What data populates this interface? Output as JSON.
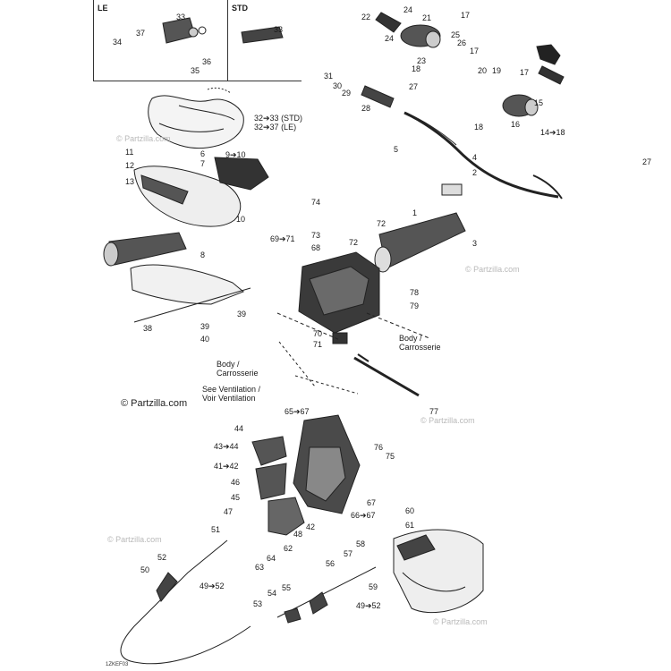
{
  "inset": {
    "le_label": "LE",
    "std_label": "STD"
  },
  "notes": {
    "std_le_line1": "32➔33 (STD)",
    "std_le_line2": "32➔37 (LE)",
    "body_left_1": "Body /",
    "body_left_2": "Carrosserie",
    "body_right_1": "Body /",
    "body_right_2": "Carrosserie",
    "vent_1": "See Ventilation /",
    "vent_2": "Voir Ventilation"
  },
  "callouts": [
    "LE",
    "33",
    "37",
    "34",
    "35",
    "36",
    "STD",
    "33",
    "22",
    "24",
    "21",
    "17",
    "24",
    "25",
    "26",
    "17",
    "23",
    "18",
    "20",
    "19",
    "17",
    "15",
    "16",
    "18",
    "14➔18",
    "31",
    "30",
    "29",
    "28",
    "27",
    "5",
    "4",
    "2",
    "27",
    "32➔33 (STD)",
    "32➔37 (LE)",
    "11",
    "12",
    "13",
    "6",
    "7",
    "9➔10",
    "10",
    "8",
    "39",
    "39",
    "38",
    "40",
    "74",
    "1",
    "72",
    "72",
    "3",
    "73",
    "69➔71",
    "68",
    "78",
    "79",
    "70",
    "71",
    "77",
    "65➔67",
    "44",
    "43➔44",
    "41➔42",
    "46",
    "45",
    "47",
    "76",
    "75",
    "67",
    "66➔67",
    "60",
    "61",
    "62",
    "42",
    "48",
    "51",
    "52",
    "50",
    "49➔52",
    "64",
    "63",
    "58",
    "57",
    "56",
    "55",
    "54",
    "53",
    "59",
    "49➔52"
  ],
  "watermark": "© Partzilla.com",
  "watermark_small": "© Partzilla.com",
  "drawing_code": "1ZKEF03"
}
